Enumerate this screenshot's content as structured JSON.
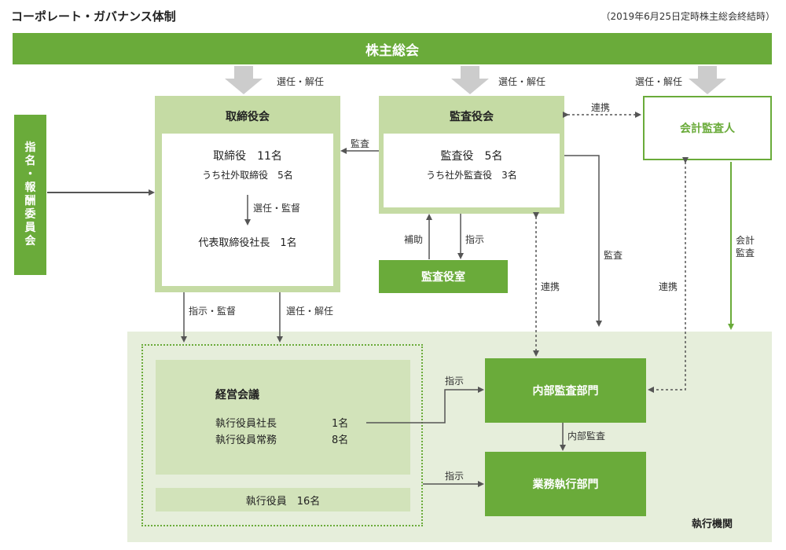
{
  "title": "コーポレート・ガバナンス体制",
  "date_note": "（2019年6月25日定時株主総会終結時）",
  "shareholders": "株主総会",
  "elect_dismiss": "選任・解任",
  "nomination_committee": [
    "指",
    "名",
    "・",
    "報",
    "酬",
    "委",
    "員",
    "会"
  ],
  "board": {
    "title": "取締役会",
    "directors": "取締役　11名",
    "outside_directors": "うち社外取締役　5名",
    "elect_supervise": "選任・監督",
    "president": "代表取締役社長　1名"
  },
  "audit_board": {
    "title": "監査役会",
    "members": "監査役　5名",
    "outside_members": "うち社外監査役　3名",
    "assist": "補助",
    "instruct": "指示"
  },
  "audit_office": "監査役室",
  "accounting_auditor": "会計監査人",
  "labels": {
    "audit": "監査",
    "cooperate": "連携",
    "instruct_supervise": "指示・監督",
    "instruct": "指示",
    "accounting_audit": "会計監査",
    "internal_audit": "内部監査"
  },
  "management_meeting": {
    "title": "経営会議",
    "row1_name": "執行役員社長",
    "row1_count": "1名",
    "row2_name": "執行役員常務",
    "row2_count": "8名"
  },
  "executive_officers": "執行役員　16名",
  "internal_audit_dept": "内部監査部門",
  "business_dept": "業務執行部門",
  "exec_org": "執行機関",
  "colors": {
    "green": "#6aab3a",
    "pale_green": "#c5dba4",
    "exec_bg": "#e6eedb",
    "arrow_gray": "#cccccc"
  }
}
